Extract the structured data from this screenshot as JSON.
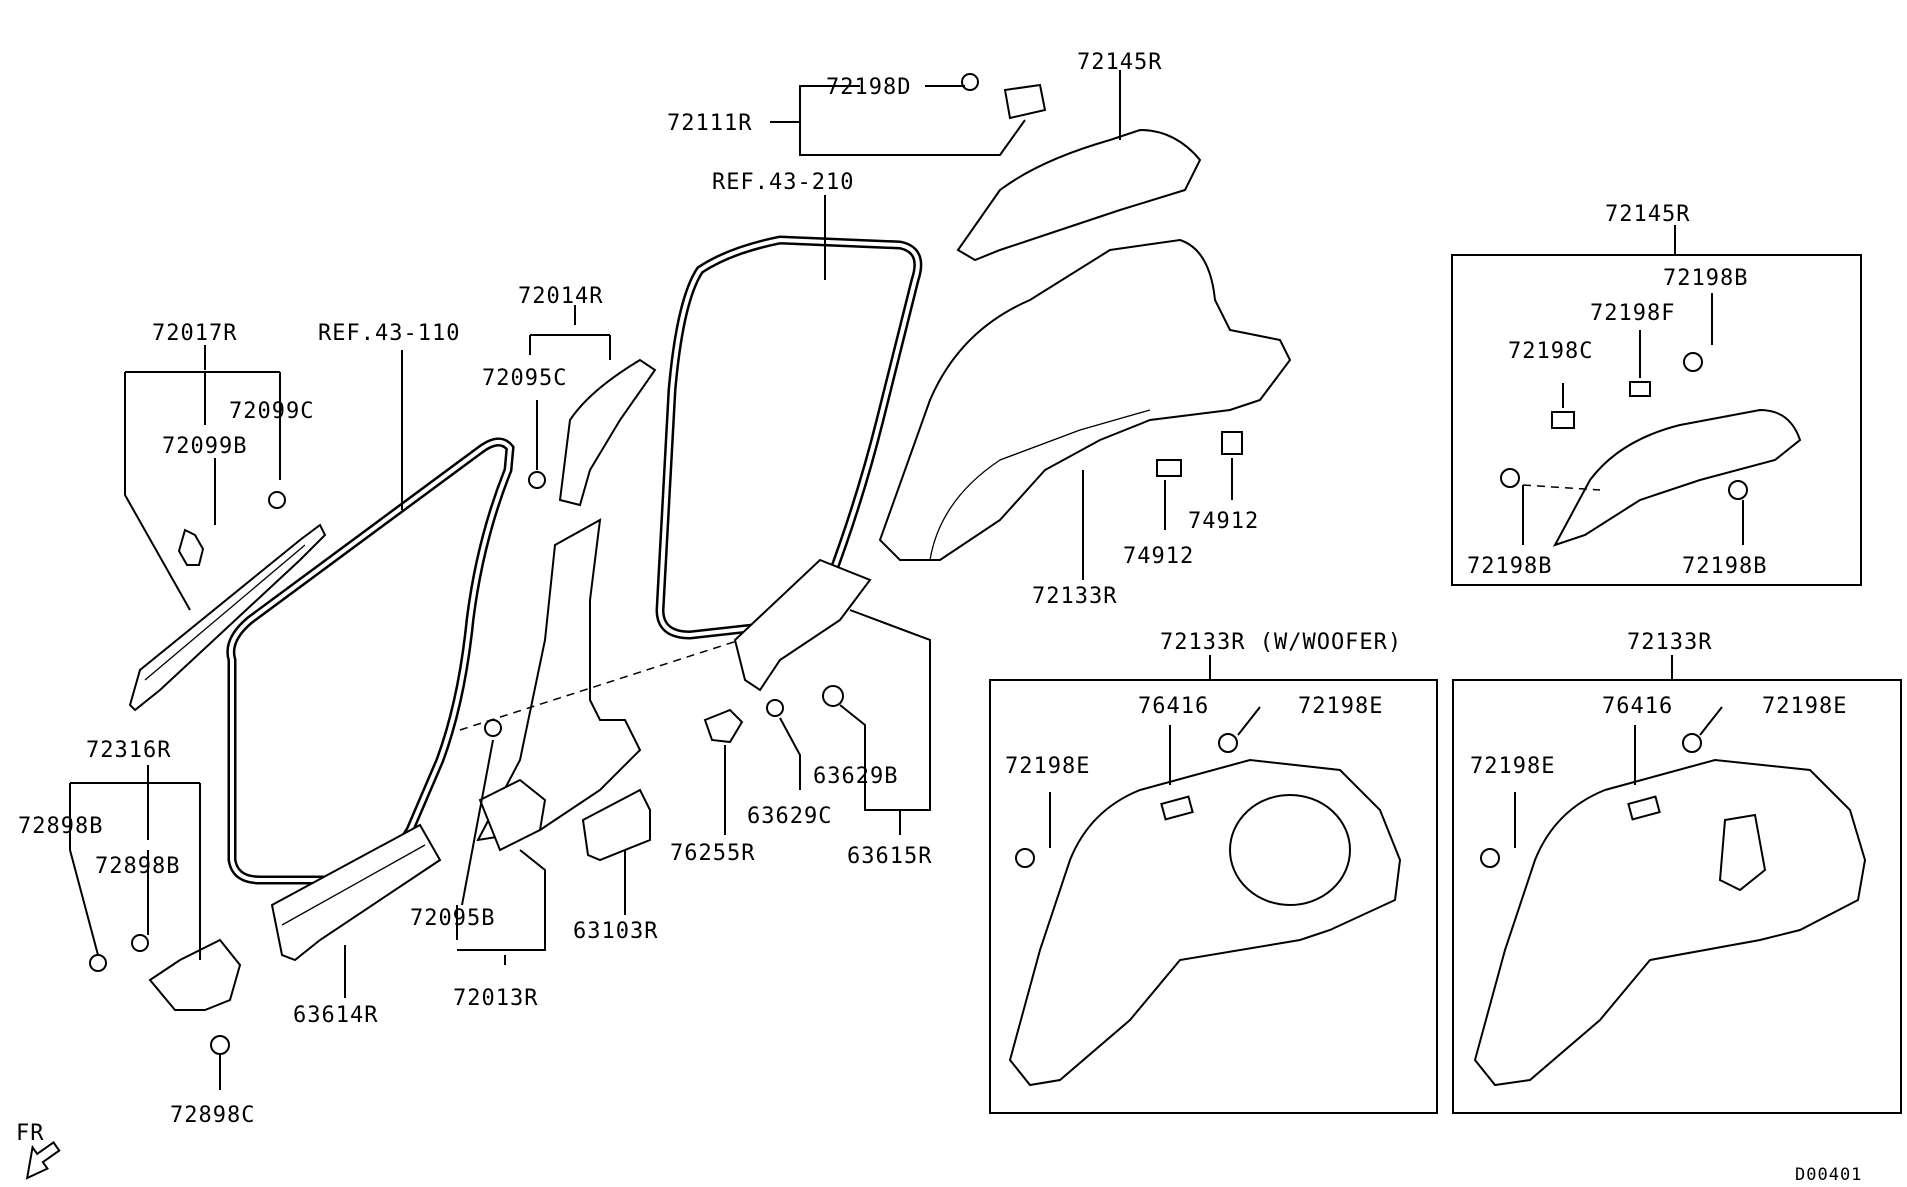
{
  "labels": {
    "p72111R": "72111R",
    "p72198D": "72198D",
    "p72145R_main": "72145R",
    "ref43_210": "REF.43-210",
    "p72014R": "72014R",
    "p72095C": "72095C",
    "p72017R": "72017R",
    "ref43_110": "REF.43-110",
    "p72099C": "72099C",
    "p72099B": "72099B",
    "p74912_a": "74912",
    "p74912_b": "74912",
    "p72133R_main": "72133R",
    "p72316R": "72316R",
    "p72898B_a": "72898B",
    "p72898B_b": "72898B",
    "p72898C": "72898C",
    "p72095B": "72095B",
    "p72013R": "72013R",
    "p63614R": "63614R",
    "p63103R": "63103R",
    "p76255R": "76255R",
    "p63629C": "63629C",
    "p63629B": "63629B",
    "p63615R": "63615R",
    "fr": "FR",
    "code": "D00401"
  },
  "inset_top": {
    "title": "72145R",
    "p72198B_top": "72198B",
    "p72198F": "72198F",
    "p72198C": "72198C",
    "p72198B_left": "72198B",
    "p72198B_right": "72198B"
  },
  "inset_woofer": {
    "title": "72133R (W/WOOFER)",
    "p76416": "76416",
    "p72198E_right": "72198E",
    "p72198E_left": "72198E"
  },
  "inset_std": {
    "title": "72133R",
    "p76416": "76416",
    "p72198E_right": "72198E",
    "p72198E_left": "72198E"
  }
}
